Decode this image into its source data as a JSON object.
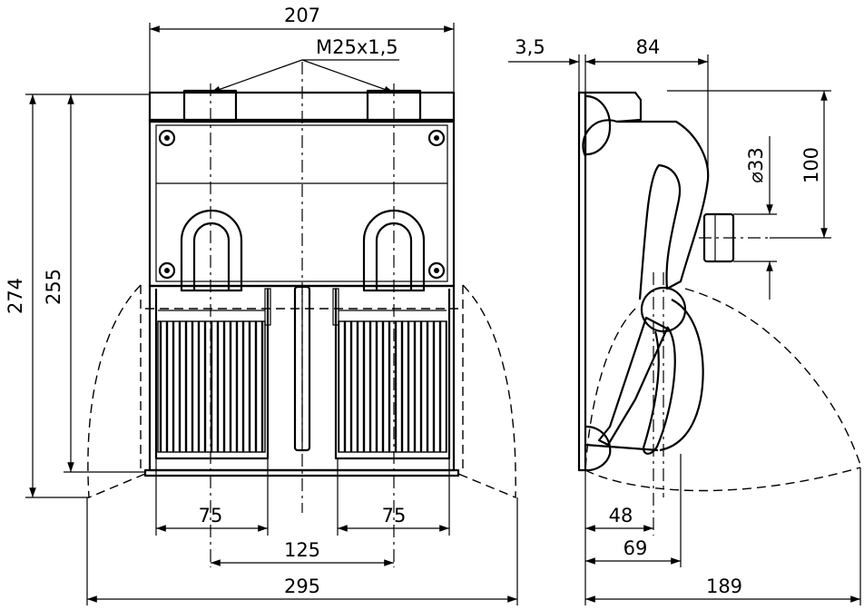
{
  "drawing": {
    "front_view": {
      "width_top": "207",
      "thread_label": "M25x1,5",
      "total_height": "274",
      "inner_height": "255",
      "foot_width_left": "75",
      "foot_width_right": "75",
      "foot_spacing": "125",
      "total_width": "295"
    },
    "side_view": {
      "wall_offset": "3,5",
      "depth_top": "84",
      "diameter": "⌀33",
      "height_to_axis": "100",
      "pivot_offset_1": "48",
      "pivot_offset_2": "69",
      "total_depth": "189"
    }
  }
}
